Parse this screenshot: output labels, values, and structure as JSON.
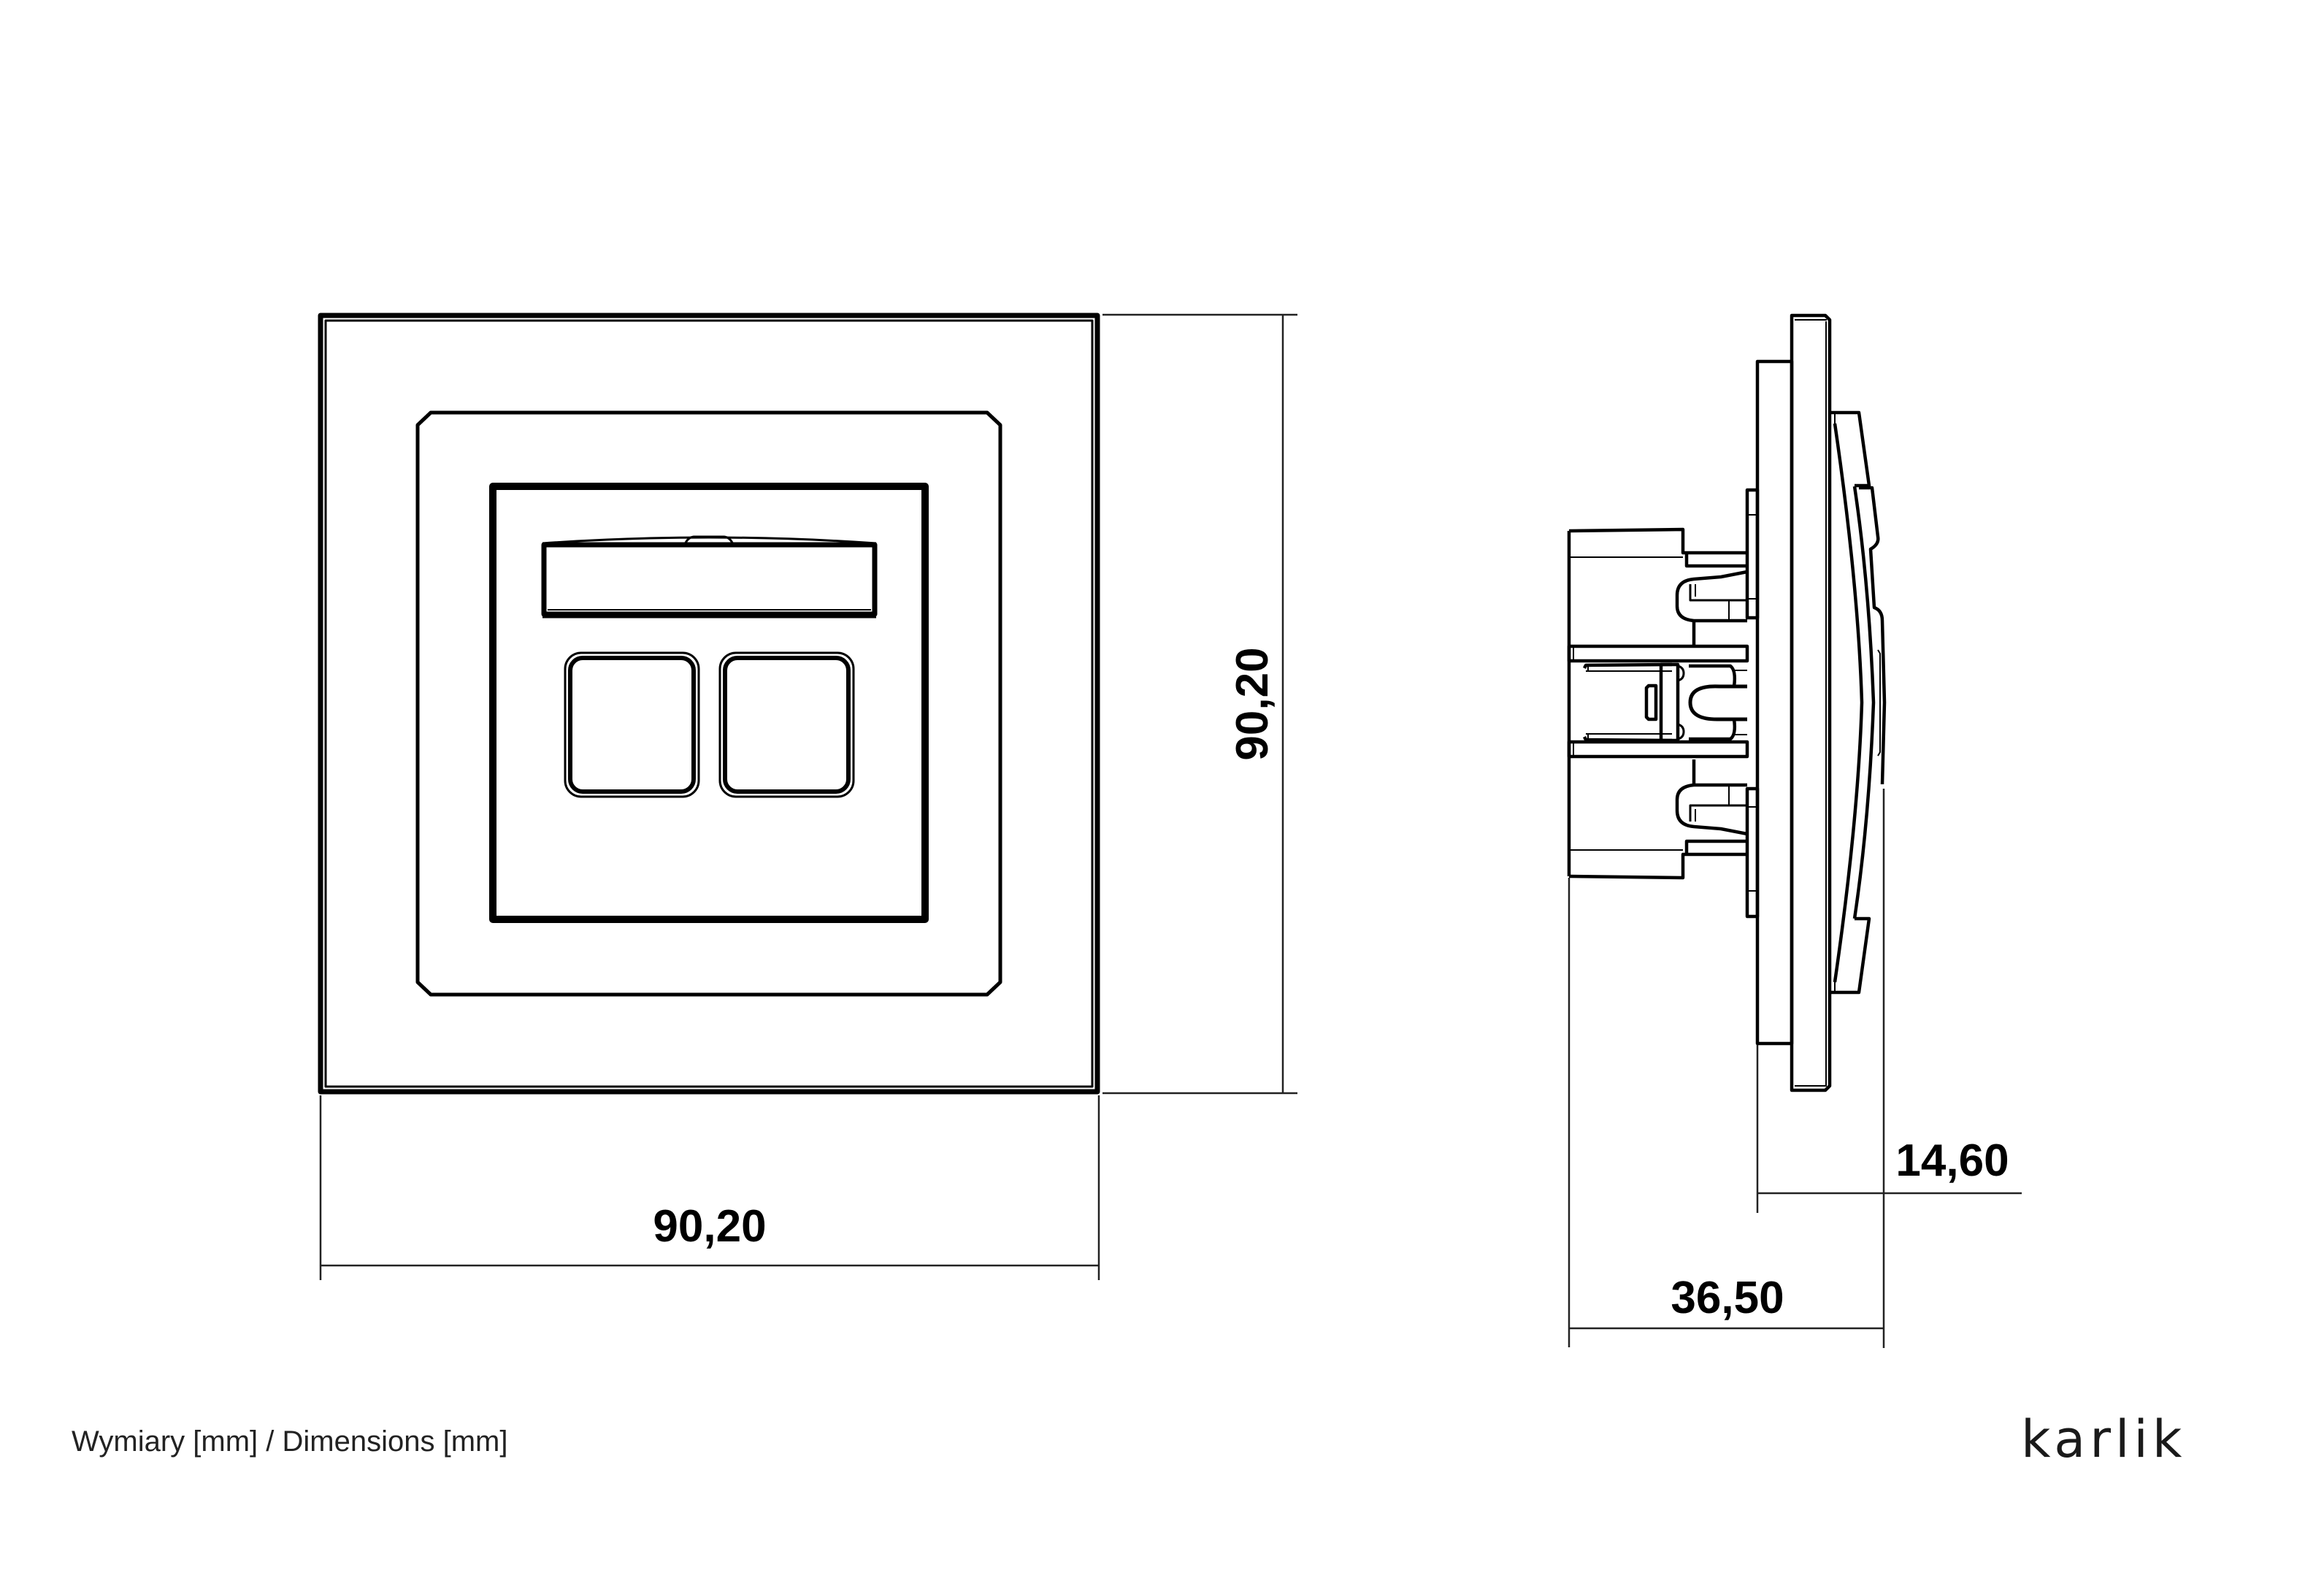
{
  "drawing": {
    "front_view": {
      "width_dimension": "90,20",
      "height_dimension": "90,20"
    },
    "side_view": {
      "depth_dimension": "36,50",
      "protrusion_dimension": "14,60"
    },
    "colors": {
      "line": "#000000",
      "background": "#ffffff",
      "caption": "#222222"
    }
  },
  "footer": {
    "caption": "Wymiary [mm] / Dimensions [mm]",
    "brand": "karlik"
  }
}
